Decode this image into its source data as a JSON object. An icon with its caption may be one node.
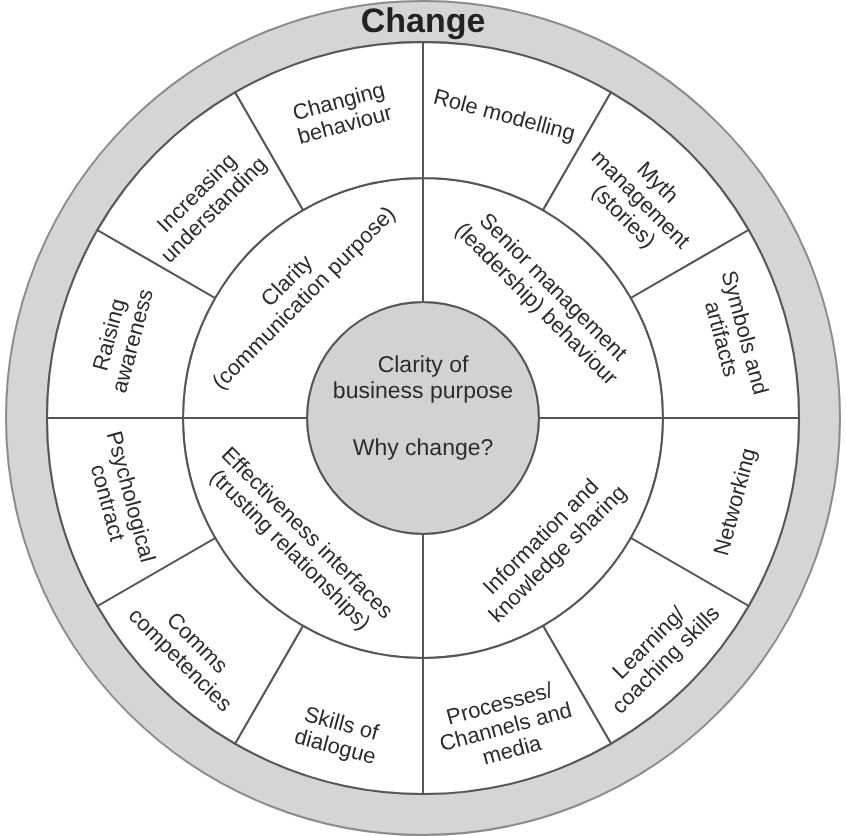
{
  "diagram": {
    "nodes": [
      {
        "text": [
          "Change"
        ]
      },
      {
        "text": [
          "Clarity of business purpose",
          "Why change?"
        ],
        "in": 0
      },
      {
        "text": [
          "Clarity (communication purpose)"
        ],
        "in": 0
      },
      {
        "text": [
          "Senior management (leadership) behaviour"
        ],
        "in": 0
      },
      {
        "text": [
          "Information and knowledge sharing"
        ],
        "in": 0
      },
      {
        "text": [
          "Effectiveness interfaces (trusting relationships)"
        ],
        "in": 0
      },
      {
        "text": [
          "Changing behaviour"
        ],
        "in": 0
      },
      {
        "text": [
          "Role modelling"
        ],
        "in": 0
      },
      {
        "text": [
          "Myth management (stories)"
        ],
        "in": 0
      },
      {
        "text": [
          "Symbols and artifacts"
        ],
        "in": 0
      },
      {
        "text": [
          "Networking"
        ],
        "in": 0
      },
      {
        "text": [
          "Learning/ coaching skills"
        ],
        "in": 0
      },
      {
        "text": [
          "Processes/ Channels and media"
        ],
        "in": 0
      },
      {
        "text": [
          "Skills of dialogue"
        ],
        "in": 0
      },
      {
        "text": [
          "Comms competencies"
        ],
        "in": 0
      },
      {
        "text": [
          "Psychological contract"
        ],
        "in": 0
      },
      {
        "text": [
          "Raising awareness"
        ],
        "in": 0
      },
      {
        "text": [
          "Increasing understanding"
        ],
        "in": 0
      }
    ]
  }
}
